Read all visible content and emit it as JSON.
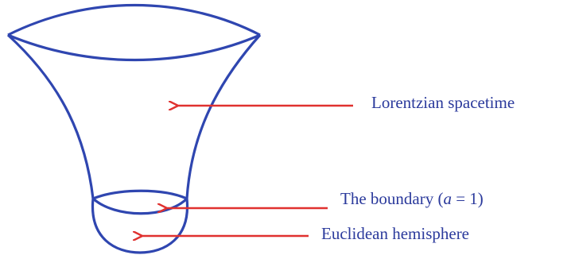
{
  "labels": {
    "lorentzian": "Lorentzian spacetime",
    "boundary": "The boundary (a = 1)",
    "euclidean": "Euclidean hemisphere"
  },
  "colors": {
    "outline": "#2f46b0",
    "arrow": "#e0312f",
    "text": "#2b3a9c"
  }
}
